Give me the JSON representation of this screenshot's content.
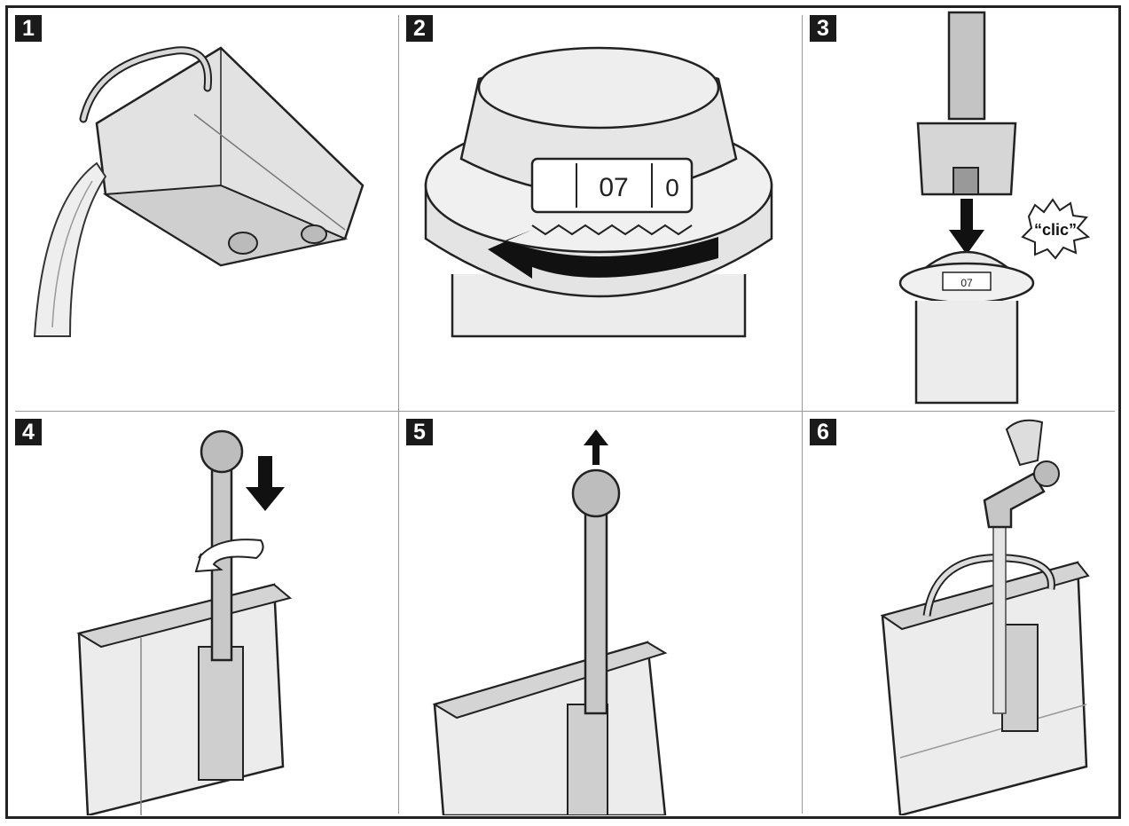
{
  "steps": [
    {
      "number": "1"
    },
    {
      "number": "2",
      "dial_main": "07",
      "dial_side": "0"
    },
    {
      "number": "3",
      "sound_label": "“clic”",
      "dial_small": "07"
    },
    {
      "number": "4"
    },
    {
      "number": "5"
    },
    {
      "number": "6"
    }
  ],
  "colors": {
    "line": "#222222",
    "fill_light": "#e6e6e6",
    "fill_mid": "#c8c8c8",
    "fill_dark": "#9a9a9a",
    "arrow": "#111111"
  }
}
